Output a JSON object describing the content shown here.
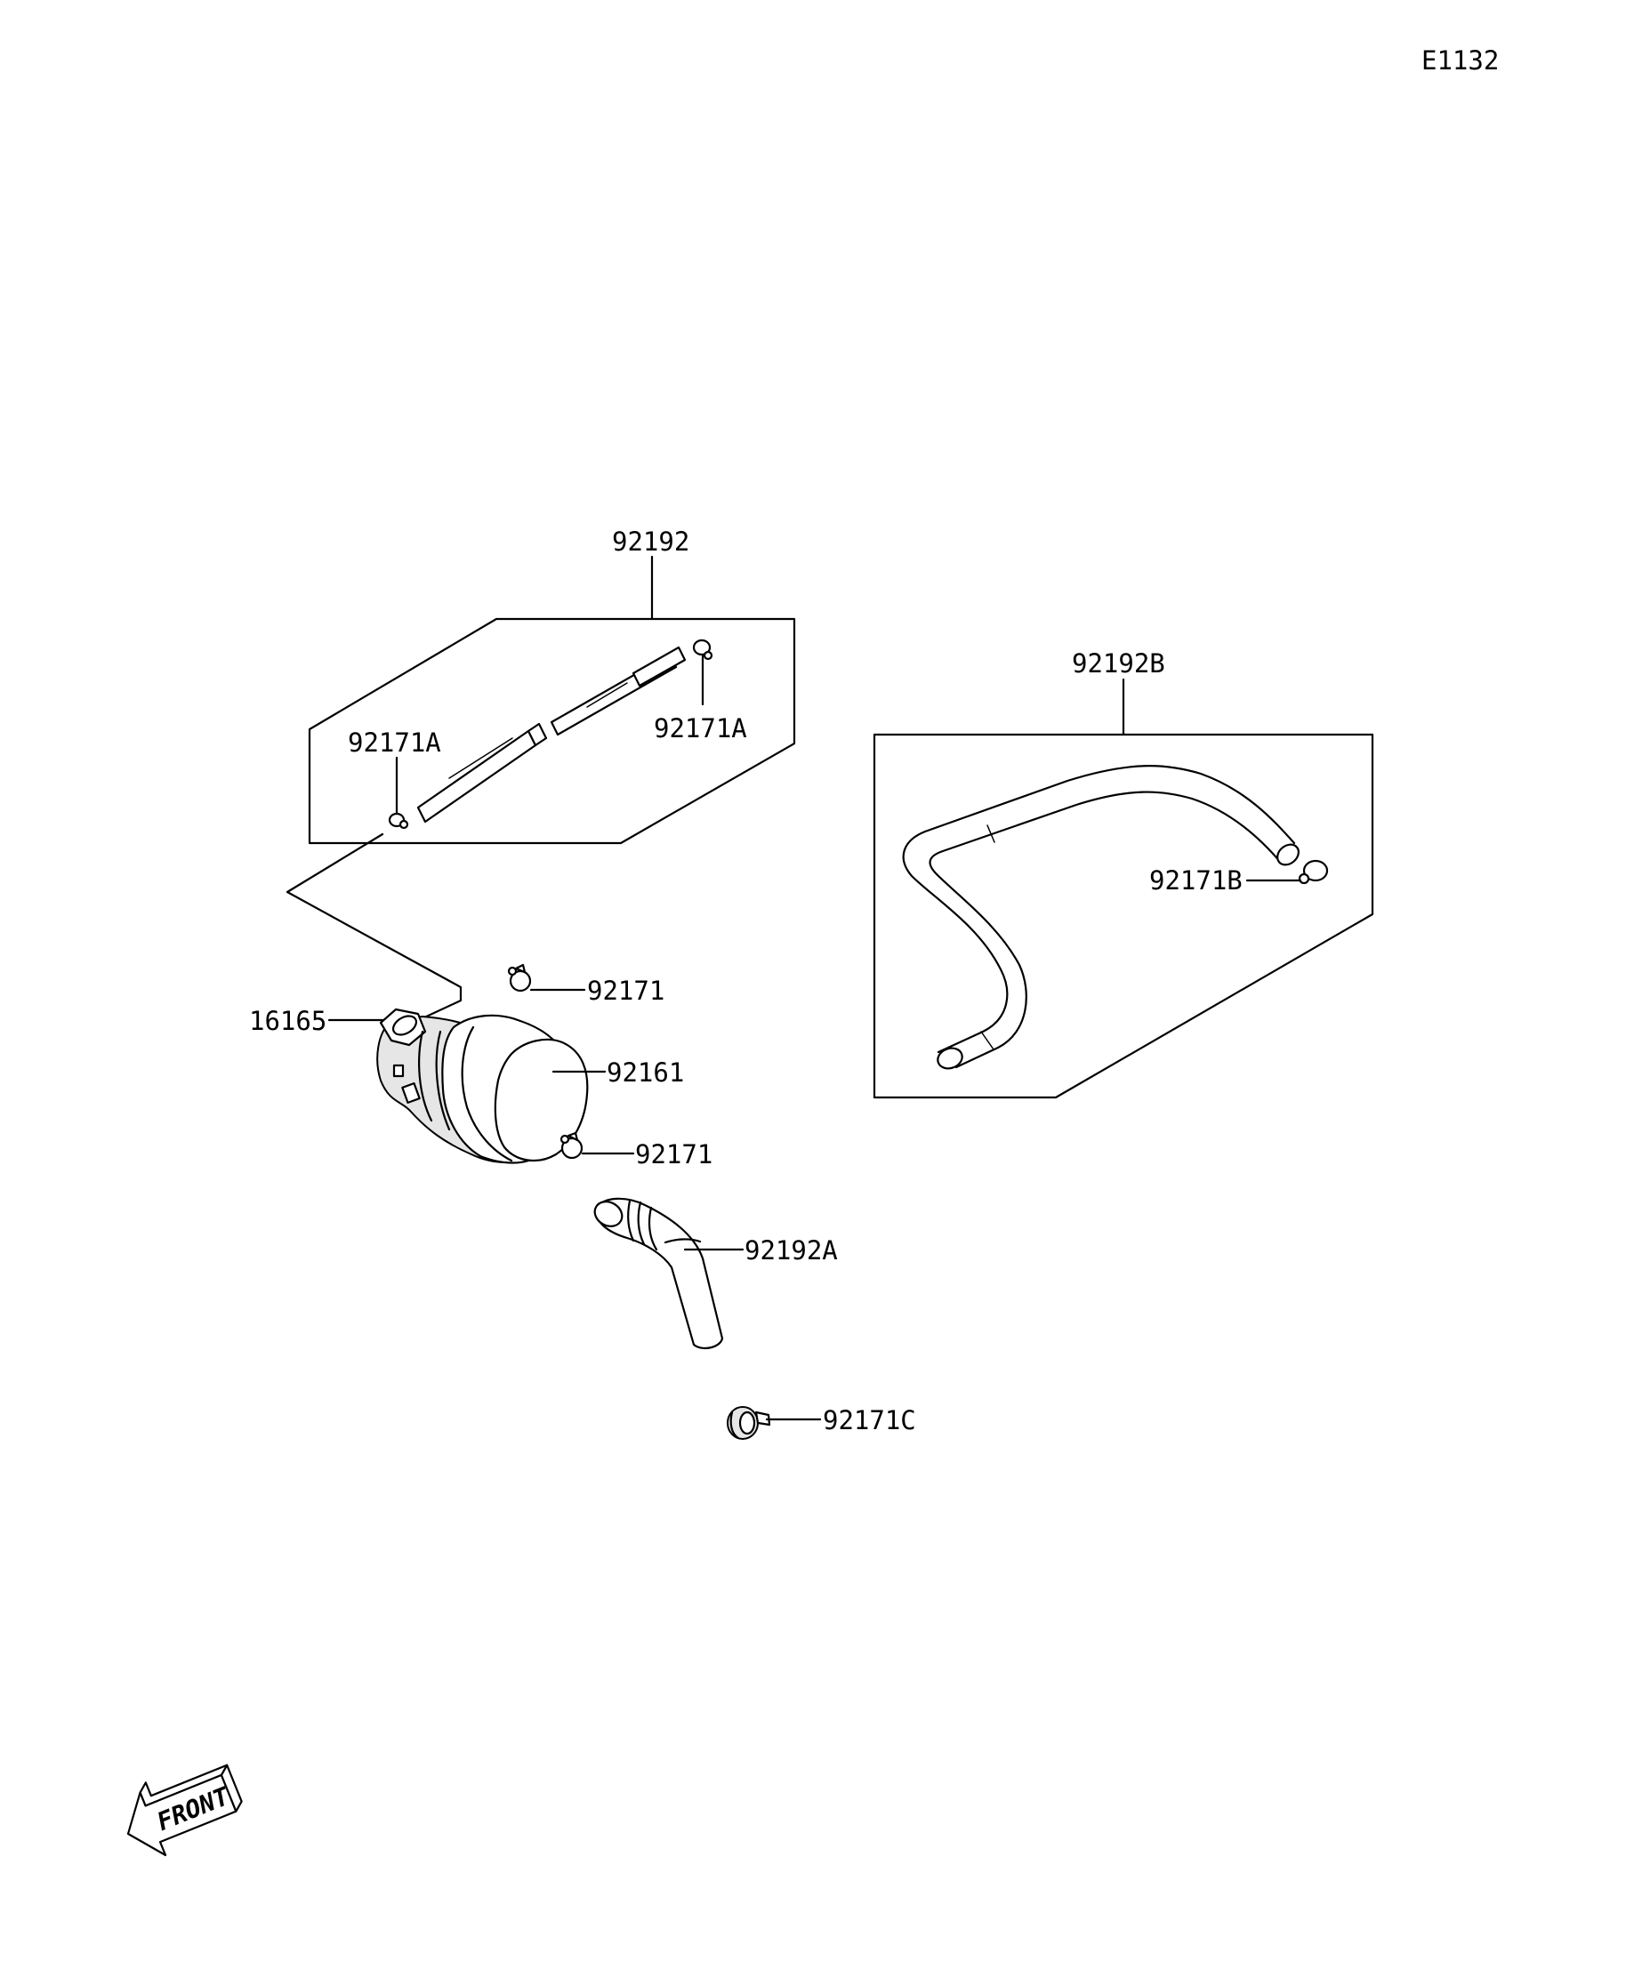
{
  "diagram_code": "E1132",
  "callouts": {
    "hose_set_top": "92192",
    "clamp_a_left": "92171A",
    "clamp_a_right": "92171A",
    "hose_b": "92192B",
    "clamp_b": "92171B",
    "filter_assy": "16165",
    "clamp_upper": "92171",
    "filter_element": "92161",
    "clamp_lower": "92171",
    "hose_a": "92192A",
    "clamp_c": "92171C"
  },
  "front_arrow": {
    "label": "FRONT",
    "icon": "front-arrow-icon"
  }
}
